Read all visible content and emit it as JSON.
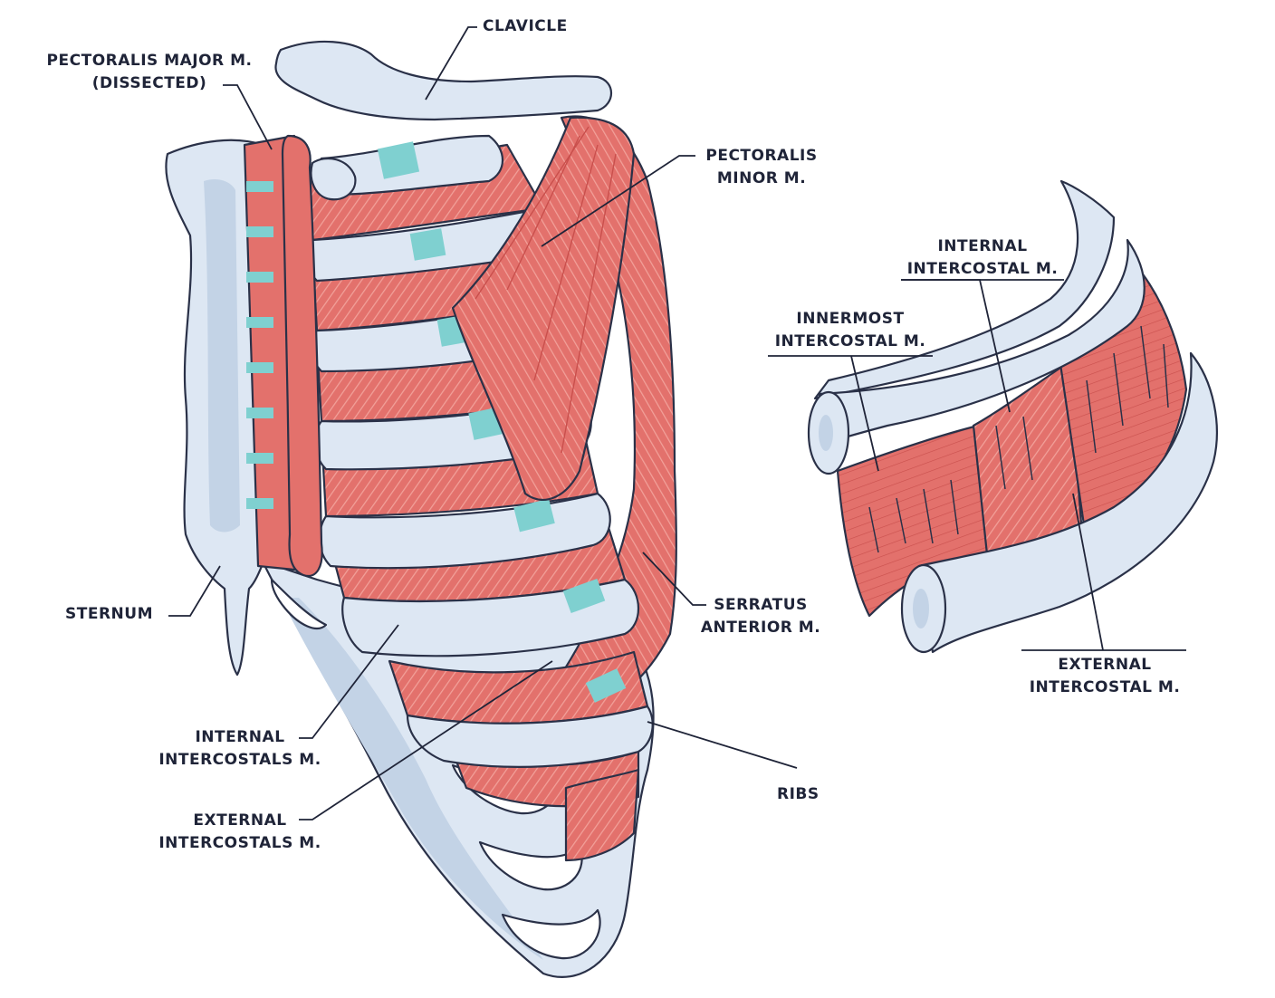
{
  "labels": {
    "clavicle": "CLAVICLE",
    "pectoralis_major_l1": "PECTORALIS MAJOR M.",
    "pectoralis_major_l2": "(DISSECTED)",
    "pectoralis_minor_l1": "PECTORALIS",
    "pectoralis_minor_l2": "MINOR M.",
    "internal_intercostal_l1": "INTERNAL",
    "internal_intercostal_l2": "INTERCOSTAL M.",
    "innermost_intercostal_l1": "INNERMOST",
    "innermost_intercostal_l2": "INTERCOSTAL M.",
    "sternum": "STERNUM",
    "serratus_l1": "SERRATUS",
    "serratus_l2": "ANTERIOR M.",
    "external_intercostal_l1": "EXTERNAL",
    "external_intercostal_l2": "INTERCOSTAL M.",
    "internal_intercostals_l1": "INTERNAL",
    "internal_intercostals_l2": "INTERCOSTALS M.",
    "ribs": "RIBS",
    "external_intercostals_l1": "EXTERNAL",
    "external_intercostals_l2": "INTERCOSTALS M."
  },
  "colors": {
    "bone_fill": "#dde7f3",
    "bone_shade": "#b9cbe0",
    "outline": "#2a3148",
    "muscle": "#e3716c",
    "muscle_light": "#f3a9a2",
    "cartilage": "#7fd0d0",
    "text": "#1f2438"
  }
}
